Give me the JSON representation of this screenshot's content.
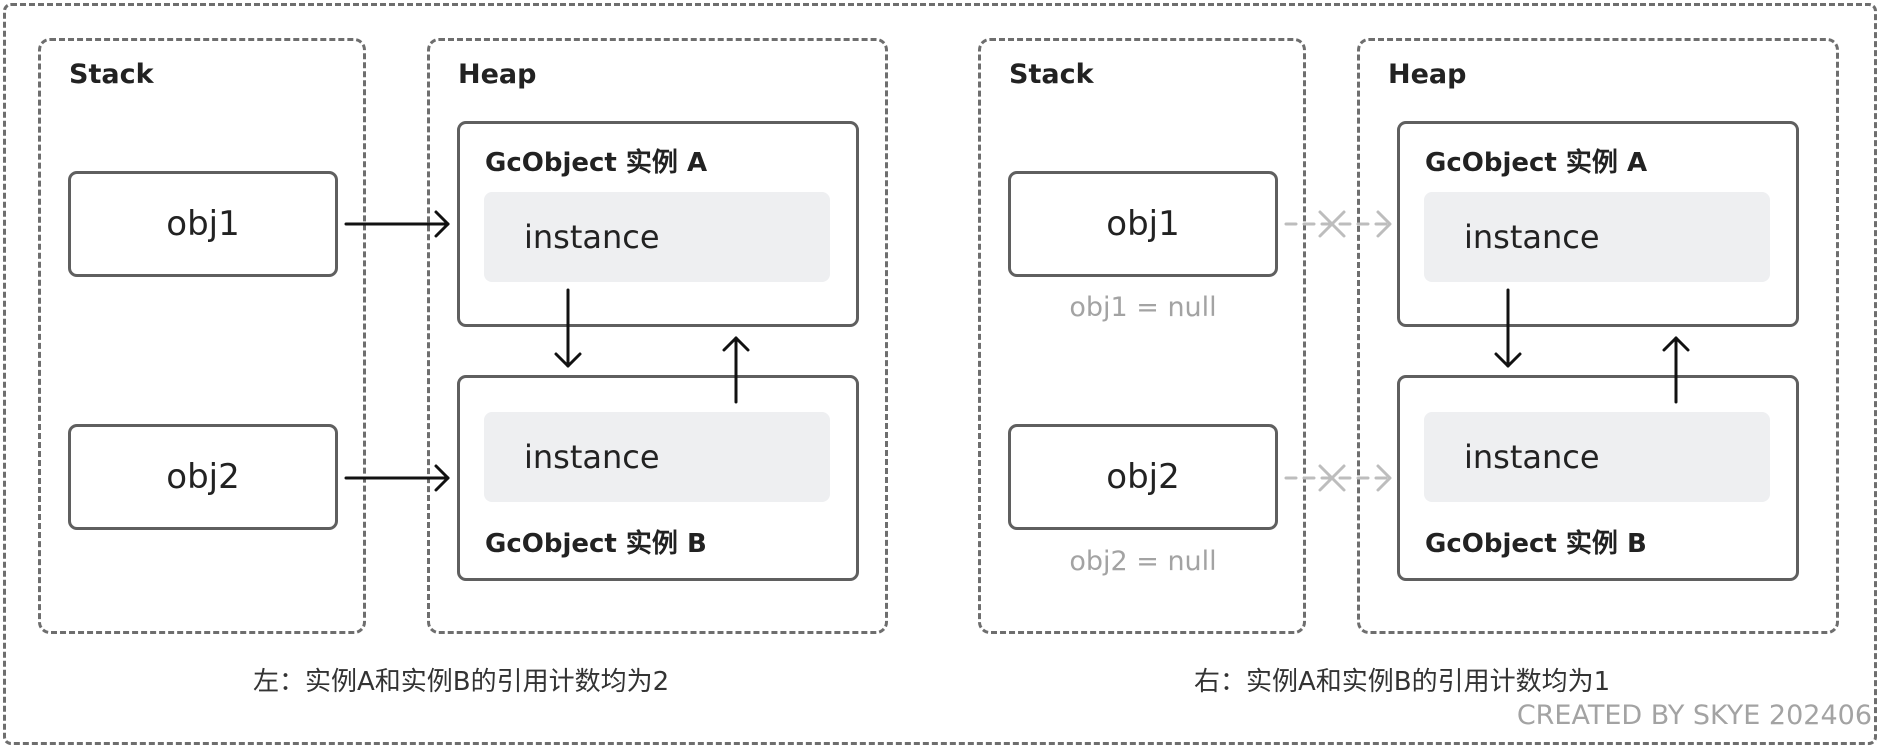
{
  "left": {
    "stack": {
      "title": "Stack",
      "obj1": "obj1",
      "obj2": "obj2"
    },
    "heap": {
      "title": "Heap",
      "instance_a": {
        "title": "GcObject 实例 A",
        "field": "instance"
      },
      "instance_b": {
        "title": "GcObject 实例 B",
        "field": "instance"
      }
    },
    "caption": "左：实例A和实例B的引用计数均为2"
  },
  "right": {
    "stack": {
      "title": "Stack",
      "obj1": "obj1",
      "obj2": "obj2",
      "obj1_null": "obj1 = null",
      "obj2_null": "obj2 = null"
    },
    "heap": {
      "title": "Heap",
      "instance_a": {
        "title": "GcObject 实例 A",
        "field": "instance"
      },
      "instance_b": {
        "title": "GcObject 实例 B",
        "field": "instance"
      }
    },
    "caption": "右：实例A和实例B的引用计数均为1"
  },
  "credit": "CREATED BY SKYE 202406",
  "colors": {
    "border": "#5f5f5f",
    "dashed_border": "#6e6e6e",
    "field_bg": "#eeeff1",
    "muted_text": "#a3a3a3",
    "arrow": "#111111",
    "broken_arrow": "#bdbdbd"
  }
}
